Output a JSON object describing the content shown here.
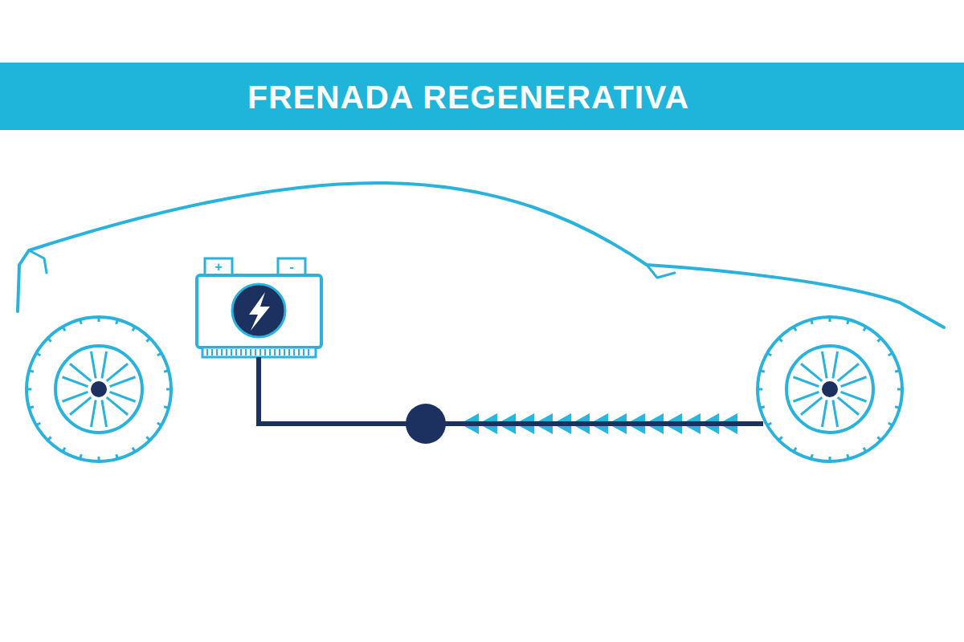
{
  "diagram": {
    "title": "FRENADA REGENERATIVA",
    "labels": [
      "+",
      "-"
    ]
  }
}
